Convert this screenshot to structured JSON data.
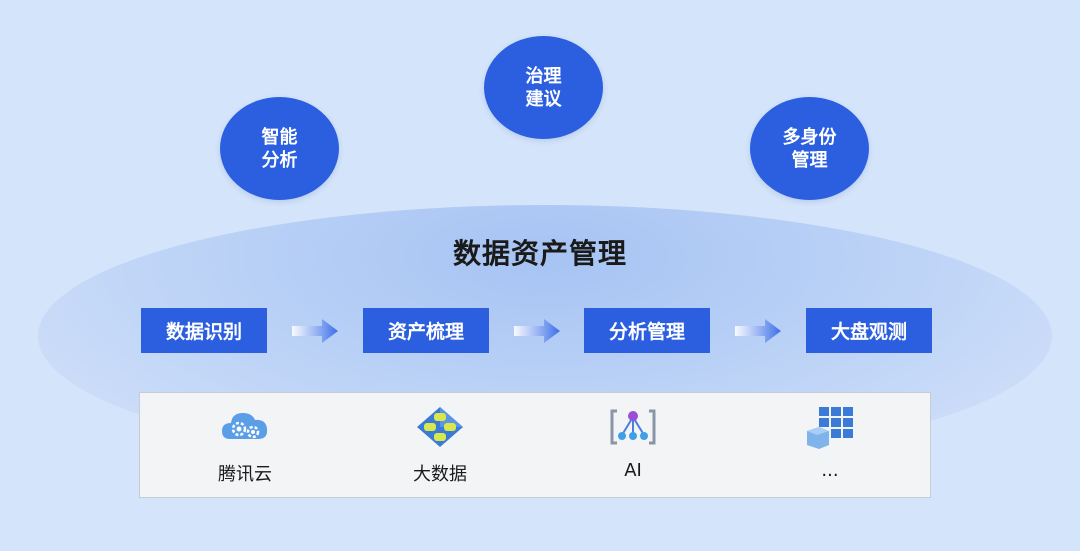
{
  "top_circles": [
    {
      "line1": "智能",
      "line2": "分析"
    },
    {
      "line1": "治理",
      "line2": "建议"
    },
    {
      "line1": "多身份",
      "line2": "管理"
    }
  ],
  "main_title": "数据资产管理",
  "steps": [
    "数据识别",
    "资产梳理",
    "分析管理",
    "大盘观测"
  ],
  "sources": [
    {
      "label": "腾讯云",
      "icon": "cloud-gears-icon"
    },
    {
      "label": "大数据",
      "icon": "database-cluster-icon"
    },
    {
      "label": "AI",
      "icon": "ai-network-icon"
    },
    {
      "label": "...",
      "icon": "grid-blocks-icon"
    }
  ],
  "colors": {
    "background": "#d4e4fa",
    "accent": "#2b5fe0",
    "tray": "#f3f4f6"
  }
}
